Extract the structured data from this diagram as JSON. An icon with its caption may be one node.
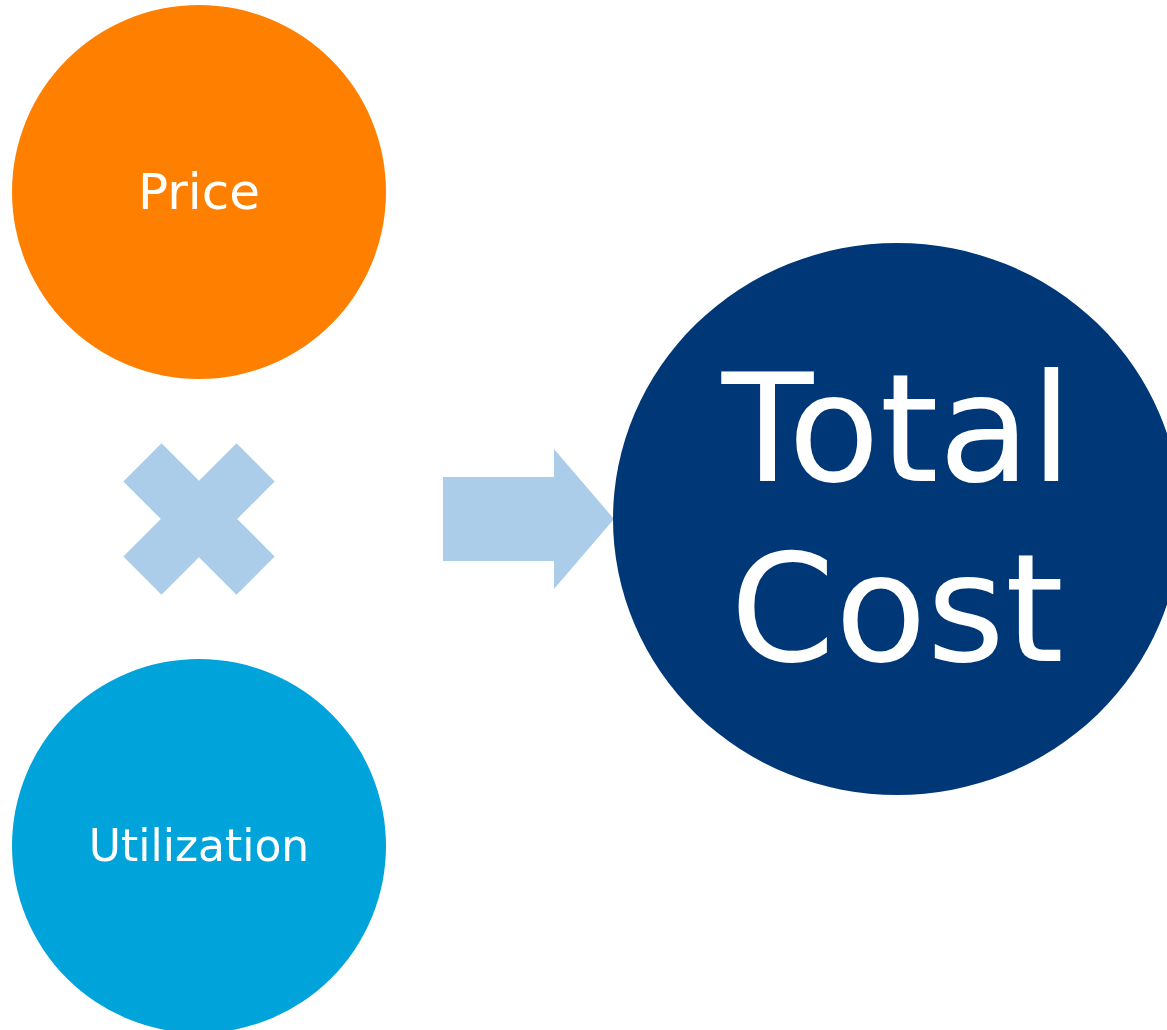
{
  "diagram": {
    "nodes": [
      {
        "text": [
          "Price"
        ]
      },
      {
        "text": [
          "Utilization"
        ]
      },
      {
        "text": [
          "Total Cost"
        ]
      }
    ],
    "edges": [
      {
        "from": null,
        "to": 2,
        "arrow": "to",
        "style": "thick"
      }
    ]
  }
}
